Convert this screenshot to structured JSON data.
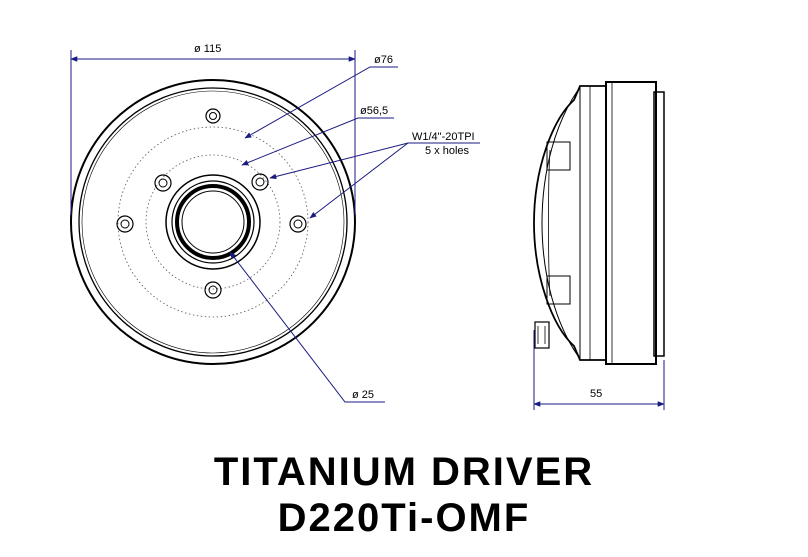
{
  "dimensions": {
    "outer_diameter": "ø 115",
    "bolt_circle_1": "ø76",
    "bolt_circle_2": "ø56,5",
    "thread": "W1/4\"-20TPI",
    "holes": "5 x holes",
    "throat_diameter": "ø 25",
    "depth": "55"
  },
  "title": {
    "line1": "TITANIUM DRIVER",
    "line2": "D220Ti-OMF"
  },
  "colors": {
    "dimension_line": "#1a1a80",
    "outline": "#000000"
  }
}
